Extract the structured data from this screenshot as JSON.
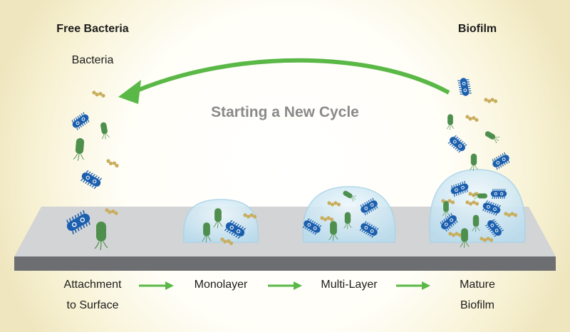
{
  "labels": {
    "free_bacteria": "Free Bacteria",
    "bacteria": "Bacteria",
    "biofilm": "Biofilm",
    "cycle": "Starting a New Cycle"
  },
  "stages": [
    {
      "line1": "Attachment",
      "line2": "to Surface"
    },
    {
      "line1": "Monolayer",
      "line2": ""
    },
    {
      "line1": "Multi-Layer",
      "line2": ""
    },
    {
      "line1": "Mature",
      "line2": "Biofilm"
    }
  ],
  "colors": {
    "arrow": "#5ab846",
    "blue_bacterium": "#1b5fae",
    "green_bacterium": "#4f8f4d",
    "yellow_bacterium": "#c9ad5d",
    "dome": "#cfe8f4",
    "surface_top": "#d1d3d4",
    "surface_front": "#6d6e71"
  }
}
